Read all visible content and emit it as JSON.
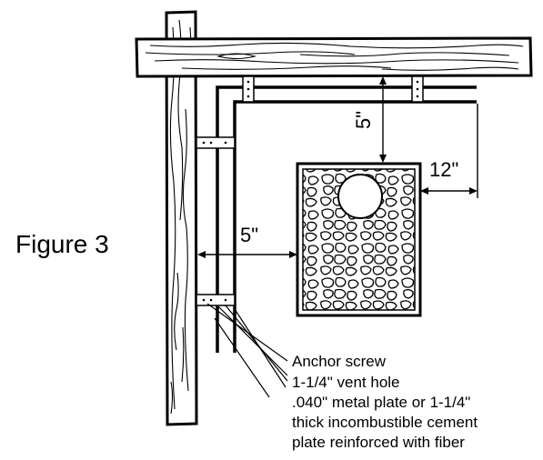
{
  "figure_label": "Figure 3",
  "dimensions": {
    "vertical_gap": "5\"",
    "horizontal_gap": "5\"",
    "side_clearance": "12\""
  },
  "callouts": {
    "line1": "Anchor screw",
    "line2": "1-1/4\" vent hole",
    "line3": ".040\" metal plate or 1-1/4\"",
    "line4": "thick incombustible cement",
    "line5": "plate reinforced with fiber"
  }
}
